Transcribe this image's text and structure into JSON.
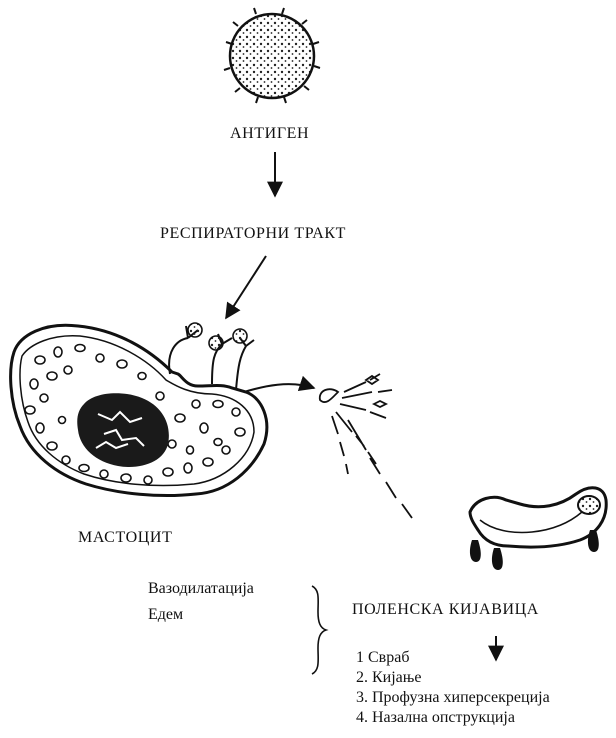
{
  "labels": {
    "antigen": "АНТИГЕН",
    "respiratory_tract": "РЕСПИРАТОРНИ ТРАКТ",
    "mastocyte": "МАСТОЦИТ",
    "pollen_sneeze": "ПОЛЕНСКА КИЈАВИЦА"
  },
  "effects": [
    "Вазодилатација",
    "Едем"
  ],
  "symptoms": [
    "1 Свраб",
    "2. Кијање",
    "3. Профузна хиперсекреција",
    "4. Назална опструкција"
  ]
}
